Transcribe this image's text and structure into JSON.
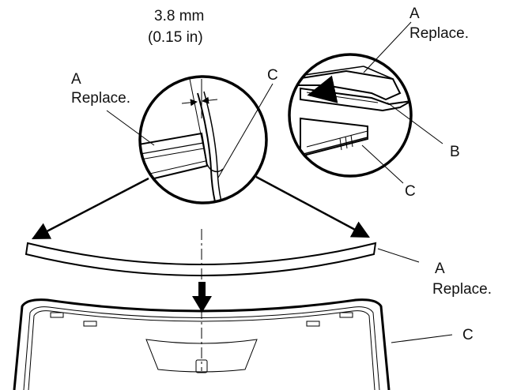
{
  "labels": {
    "dimension_mm": "3.8 mm",
    "dimension_in": "(0.15 in)",
    "left_detail_letter": "A",
    "left_detail_action": "Replace.",
    "center_c": "C",
    "right_detail_letter": "A",
    "right_detail_action": "Replace.",
    "right_b": "B",
    "right_c": "C",
    "molding_letter": "A",
    "molding_action": "Replace.",
    "glass_c": "C"
  },
  "icons": {
    "down_arrow": "down-arrow-icon",
    "leader_arrows": "arrow-icon"
  }
}
